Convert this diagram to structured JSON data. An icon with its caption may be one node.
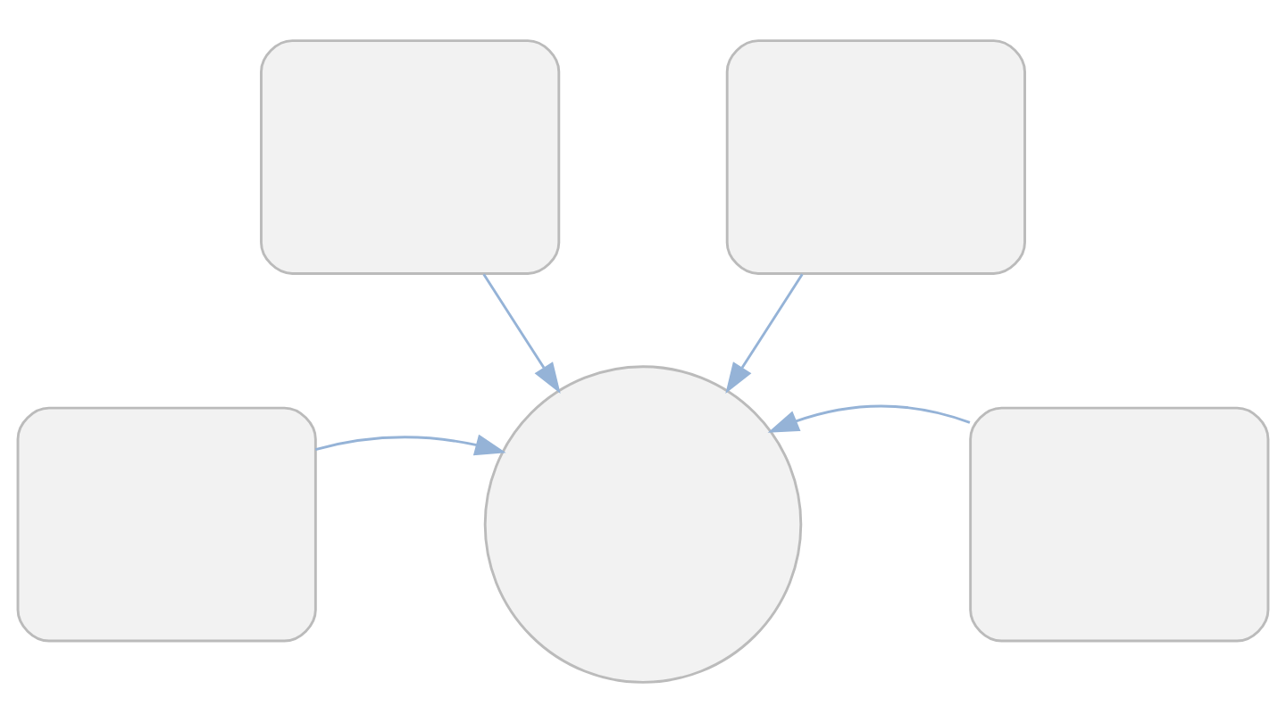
{
  "diagram": {
    "nodes": [
      {
        "text": [],
        "shape": "box"
      },
      {
        "text": [],
        "shape": "box"
      },
      {
        "text": [],
        "shape": "box"
      },
      {
        "text": [],
        "shape": "box"
      },
      {
        "text": [],
        "shape": "circle"
      }
    ],
    "edges": [
      {
        "from": 0,
        "to": 4,
        "arrow": "to"
      },
      {
        "from": 1,
        "to": 4,
        "arrow": "to"
      },
      {
        "from": 2,
        "to": 4,
        "arrow": "to"
      },
      {
        "from": 3,
        "to": 4,
        "arrow": "to"
      }
    ]
  }
}
